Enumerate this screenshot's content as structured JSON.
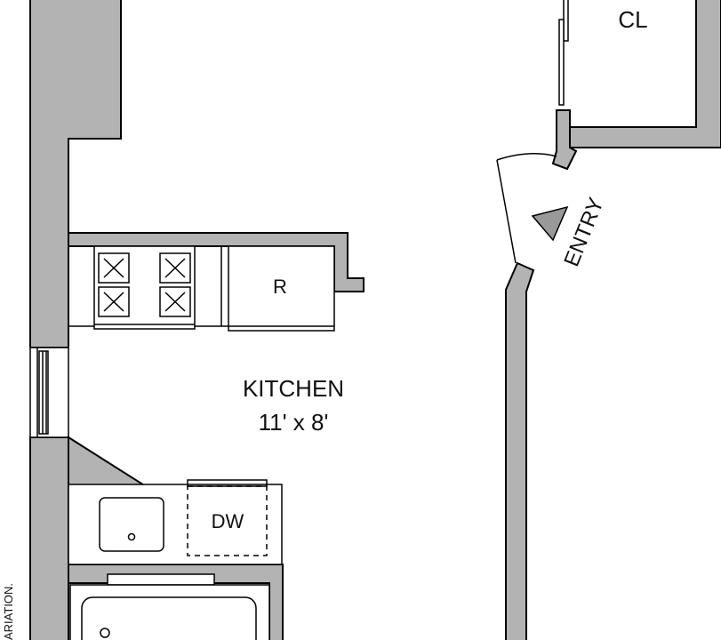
{
  "rooms": {
    "kitchen": {
      "name": "KITCHEN",
      "size": "11' x 8'"
    },
    "closet": {
      "name": "CL"
    }
  },
  "fixtures": {
    "refrigerator": "R",
    "dishwasher": "DW"
  },
  "entry": {
    "label": "ENTRY"
  },
  "disclaimer": "ARIATION."
}
